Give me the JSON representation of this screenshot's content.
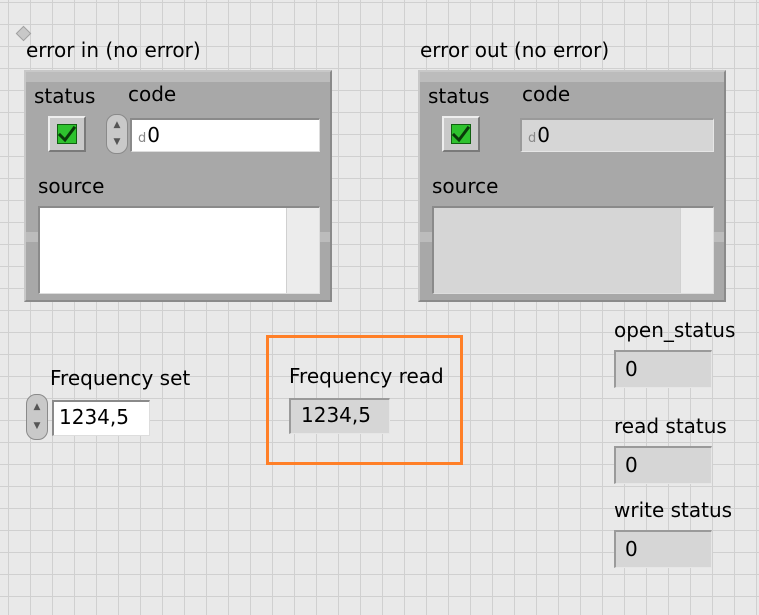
{
  "error_in": {
    "title": "error in (no error)",
    "status_label": "status",
    "code_label": "code",
    "code_radix": "d",
    "code_value": "0",
    "source_label": "source",
    "source_value": ""
  },
  "error_out": {
    "title": "error out (no error)",
    "status_label": "status",
    "code_label": "code",
    "code_radix": "d",
    "code_value": "0",
    "source_label": "source",
    "source_value": ""
  },
  "frequency_set": {
    "label": "Frequency set",
    "value": "1234,5"
  },
  "frequency_read": {
    "label": "Frequency read",
    "value": "1234,5"
  },
  "open_status": {
    "label": "open_status",
    "value": "0"
  },
  "read_status": {
    "label": "read status",
    "value": "0"
  },
  "write_status": {
    "label": "write status",
    "value": "0"
  },
  "colors": {
    "highlight": "#ff7f27",
    "led_on": "#2ec22e"
  },
  "icons": {
    "status_led": "checkmark-icon",
    "increment": "triangle-up-icon",
    "decrement": "triangle-down-icon"
  }
}
